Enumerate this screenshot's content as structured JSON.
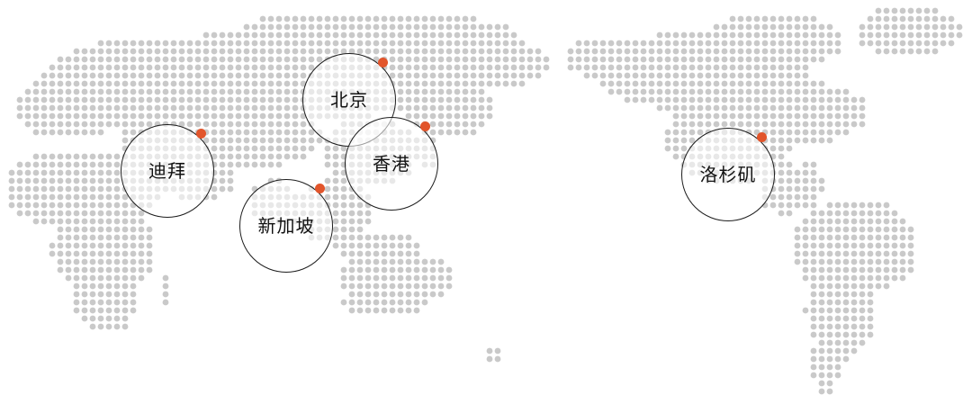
{
  "colors": {
    "background": "#ffffff",
    "land_dot": "#c9c9c9",
    "ring": "#1c1c1c",
    "pin": "#e2552b"
  },
  "cities": [
    {
      "id": "dubai",
      "name": "迪拜"
    },
    {
      "id": "beijing",
      "name": "北京"
    },
    {
      "id": "hongkong",
      "name": "香港"
    },
    {
      "id": "singapore",
      "name": "新加坡"
    },
    {
      "id": "la",
      "name": "洛杉矶"
    }
  ]
}
